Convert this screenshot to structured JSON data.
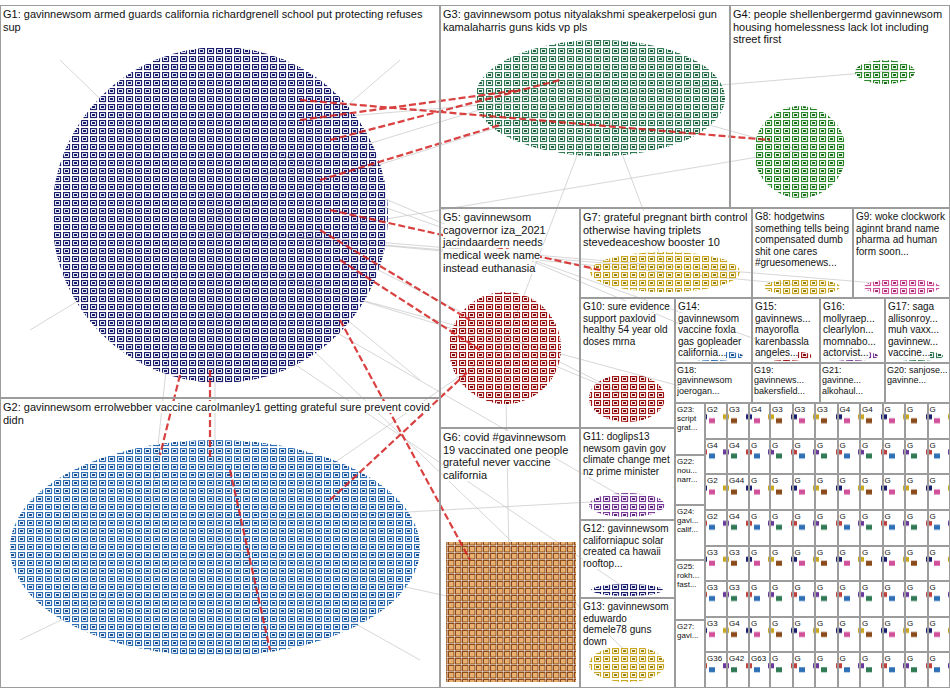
{
  "diagram": {
    "nodes": [
      {
        "text": [
          "G1: gavinnewsom armed guards california richardgrenell school put protecting refuses sup"
        ]
      },
      {
        "text": [
          "G3: gavinnewsom potus nityalakshmi speakerpelosi gun kamalaharris guns kids vp pls"
        ]
      },
      {
        "text": [
          "G4: people shellenbergermd gavinnewsom housing homelessness lack lot including street first"
        ]
      },
      {
        "text": [
          "G5: gavinnewsom cagovernor iza_2021 jacindaardern needs medical week name instead euthanasia"
        ]
      },
      {
        "text": [
          "G7: grateful pregnant birth control otherwise having triplets stevedeaceshow booster 10"
        ]
      },
      {
        "text": [
          "G8: hodgetwins something tells being compensated dumb shit one cares #gruesomenews..."
        ]
      },
      {
        "text": [
          "G9: woke clockwork aginnt brand name pharma ad human form soon..."
        ]
      },
      {
        "text": [
          "G10: sure evidence support paxlovid healthy 54 year old doses mrna"
        ]
      },
      {
        "text": [
          "G14: gavinnewsom vaccine foxla gas gopleader california..."
        ]
      },
      {
        "text": [
          "G15: gavinnews... mayorofla karenbassla angeles..."
        ]
      },
      {
        "text": [
          "G16: mollyraep... clearlylon... momnabo... actorvist..."
        ]
      },
      {
        "text": [
          "G17: saga allisonroy... muh vaxx... gavinnew... vaccine..."
        ]
      },
      {
        "text": [
          "G18: gavinnewsom joerogan..."
        ]
      },
      {
        "text": [
          "G19: gavinnews... bakersfield..."
        ]
      },
      {
        "text": [
          "G21: gavinne... alkohaul..."
        ]
      },
      {
        "text": [
          "G20: sanjose... gavinne..."
        ]
      },
      {
        "text": [
          "G2: gavinnewsom errolwebber vaccine carolmanley1 getting grateful sure prevent covid didn"
        ]
      },
      {
        "text": [
          "G6: covid #gavinnewsom 19 vaccinated one people grateful never vaccine california"
        ]
      },
      {
        "text": [
          "G11: doglips13 newsom gavin gov climate change met nz prime minister"
        ]
      },
      {
        "text": [
          "G23: script grat..."
        ]
      },
      {
        "text": [
          "G12: gavinnewsom californiapuc solar created ca hawaii rooftop..."
        ]
      },
      {
        "text": [
          "G22: nou... narr..."
        ]
      },
      {
        "text": [
          "G24: gavi... calif..."
        ]
      },
      {
        "text": [
          "G13: gavinnewsom eduwardo demele78 guns down"
        ]
      },
      {
        "text": [
          "G25: rokh... fast..."
        ]
      },
      {
        "text": [
          "G27: gavi..."
        ]
      },
      {
        "text": [
          "G2"
        ]
      },
      {
        "text": [
          "G4"
        ]
      },
      {
        "text": [
          "G2"
        ]
      },
      {
        "text": [
          "G2"
        ]
      },
      {
        "text": [
          "G3"
        ]
      },
      {
        "text": [
          "G3"
        ]
      },
      {
        "text": [
          "G3"
        ]
      },
      {
        "text": [
          "G36"
        ]
      },
      {
        "text": [
          "G3"
        ]
      },
      {
        "text": [
          "G4"
        ]
      },
      {
        "text": [
          "G44"
        ]
      },
      {
        "text": [
          "G4"
        ]
      },
      {
        "text": [
          "G3"
        ]
      },
      {
        "text": [
          "G3"
        ]
      },
      {
        "text": [
          "G4"
        ]
      },
      {
        "text": [
          "G42"
        ]
      },
      {
        "text": [
          "G4"
        ]
      },
      {
        "text": [
          "G"
        ]
      },
      {
        "text": [
          "G"
        ]
      },
      {
        "text": [
          "G"
        ]
      },
      {
        "text": [
          "G"
        ]
      },
      {
        "text": [
          "G"
        ]
      },
      {
        "text": [
          "G"
        ]
      },
      {
        "text": [
          "G63"
        ]
      },
      {
        "text": [
          "G3"
        ]
      },
      {
        "text": [
          "G3"
        ]
      },
      {
        "text": [
          "G3"
        ]
      },
      {
        "text": [
          "G4"
        ]
      },
      {
        "text": [
          "G4"
        ]
      },
      {
        "text": [
          "G"
        ]
      },
      {
        "text": [
          "G"
        ]
      },
      {
        "text": [
          "G"
        ]
      },
      {
        "text": [
          "G"
        ]
      },
      {
        "text": [
          "G"
        ]
      },
      {
        "text": [
          "G"
        ]
      },
      {
        "text": [
          "G"
        ]
      },
      {
        "text": [
          "G"
        ]
      },
      {
        "text": [
          "G"
        ]
      },
      {
        "text": [
          "G"
        ]
      },
      {
        "text": [
          "G"
        ]
      },
      {
        "text": [
          "G"
        ]
      },
      {
        "text": [
          "G"
        ]
      },
      {
        "text": [
          "G"
        ]
      },
      {
        "text": [
          "G"
        ]
      },
      {
        "text": [
          "G"
        ]
      },
      {
        "text": [
          "G"
        ]
      },
      {
        "text": [
          "G"
        ]
      },
      {
        "text": [
          "G"
        ]
      },
      {
        "text": [
          "G"
        ]
      },
      {
        "text": [
          "G"
        ]
      },
      {
        "text": [
          "G"
        ]
      },
      {
        "text": [
          "G"
        ]
      },
      {
        "text": [
          "G"
        ]
      },
      {
        "text": [
          "G"
        ]
      },
      {
        "text": [
          "G"
        ]
      },
      {
        "text": [
          "G"
        ]
      },
      {
        "text": [
          "G"
        ]
      },
      {
        "text": [
          "G"
        ]
      },
      {
        "text": [
          "G"
        ]
      },
      {
        "text": [
          "G"
        ]
      },
      {
        "text": [
          "G"
        ]
      },
      {
        "text": [
          "G"
        ]
      },
      {
        "text": [
          "G"
        ]
      },
      {
        "text": [
          "G"
        ]
      },
      {
        "text": [
          "G"
        ]
      },
      {
        "text": [
          "G"
        ]
      },
      {
        "text": [
          "G"
        ]
      },
      {
        "text": [
          "G"
        ]
      },
      {
        "text": [
          "G"
        ]
      },
      {
        "text": [
          "G"
        ]
      },
      {
        "text": [
          "G"
        ]
      },
      {
        "text": [
          "G"
        ]
      },
      {
        "text": [
          "G"
        ]
      },
      {
        "text": [
          "G"
        ]
      },
      {
        "text": [
          "G"
        ]
      },
      {
        "text": [
          "G"
        ]
      },
      {
        "text": [
          "G"
        ]
      },
      {
        "text": [
          "G"
        ]
      },
      {
        "text": [
          "G"
        ]
      },
      {
        "text": [
          "G"
        ]
      },
      {
        "text": [
          "G"
        ]
      },
      {
        "text": [
          "G"
        ]
      },
      {
        "text": [
          "G"
        ]
      },
      {
        "text": [
          "G"
        ]
      },
      {
        "text": [
          "G"
        ]
      },
      {
        "text": [
          "G"
        ]
      },
      {
        "text": [
          "G"
        ]
      },
      {
        "text": [
          "G"
        ]
      }
    ]
  }
}
